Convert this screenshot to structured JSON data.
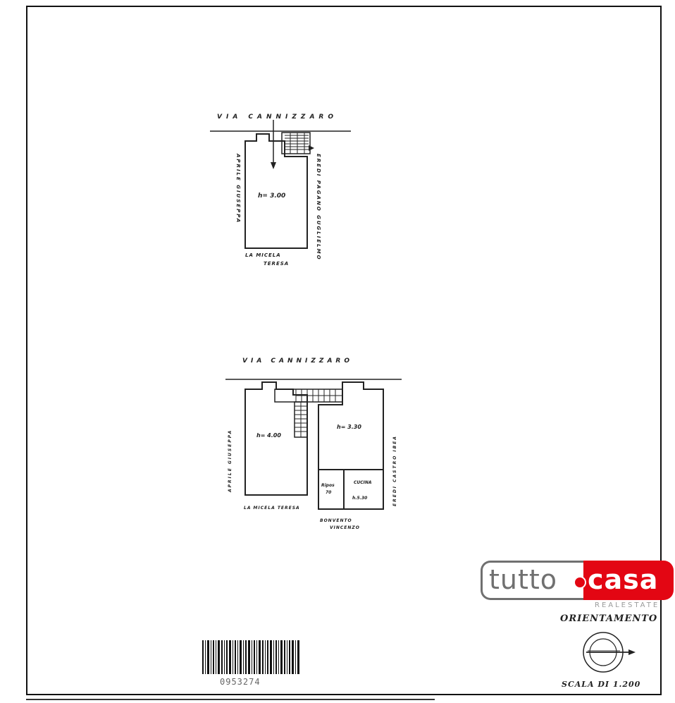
{
  "plan_top": {
    "street": "VIA CANNIZZARO",
    "west": "APRILE GIUSEPPA",
    "east": "EREDI PAGANO GUGLIELMO",
    "south_a": "LA MICELA",
    "south_b": "TERESA",
    "room_height": "h= 3.00"
  },
  "plan_bottom": {
    "street": "VIA CANNIZZARO",
    "west": "APRILE GIUSEPPA",
    "east": "EREDI CASTRO IBEA",
    "south_a": "LA MICELA TERESA",
    "south_b": "BONVENTO",
    "south_c": "VINCENZO",
    "room_left_h": "h= 4.00",
    "room_right_h": "h= 3.30",
    "ripost_label": "Ripos",
    "ripost_h": "70",
    "cucina_label": "CUCINA",
    "cucina_h": "h.5.30"
  },
  "logo": {
    "left": "tutto",
    "right": "casa",
    "sub": "REALESTATE"
  },
  "orientation_label": "ORIENTAMENTO",
  "scale_label": "SCALA DI 1.200",
  "barcode_number": "0953274"
}
